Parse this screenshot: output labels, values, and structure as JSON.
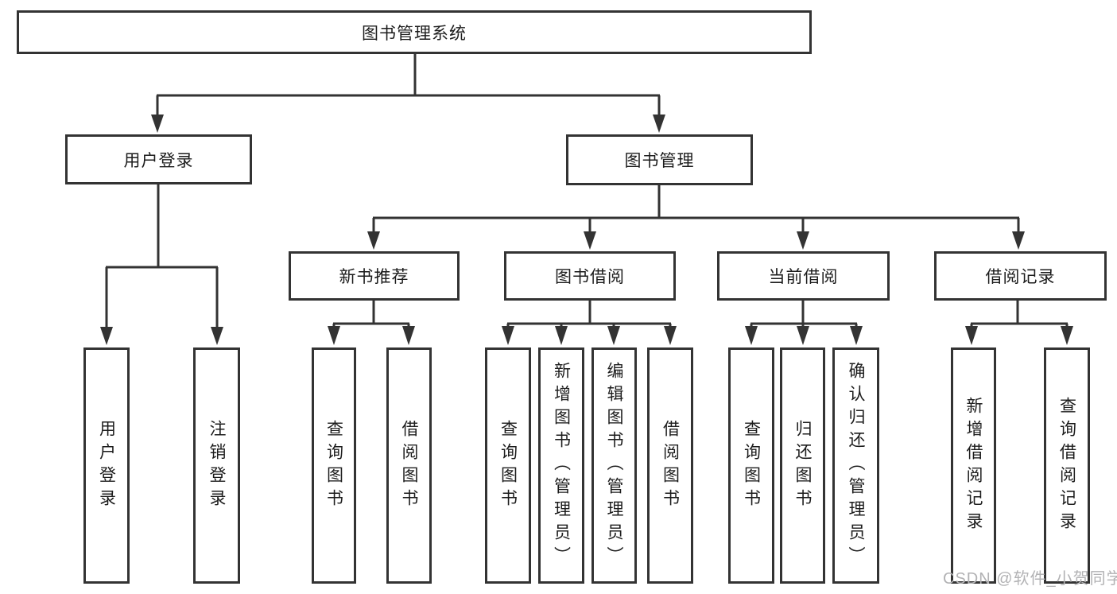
{
  "tree": {
    "label": "图书管理系统",
    "children": [
      {
        "label": "用户登录",
        "children": [
          {
            "label": "用户登录"
          },
          {
            "label": "注销登录"
          }
        ]
      },
      {
        "label": "图书管理",
        "children": [
          {
            "label": "新书推荐",
            "children": [
              {
                "label": "查询图书"
              },
              {
                "label": "借阅图书"
              }
            ]
          },
          {
            "label": "图书借阅",
            "children": [
              {
                "label": "查询图书"
              },
              {
                "label": "新增图书（管理员）"
              },
              {
                "label": "编辑图书（管理员）"
              },
              {
                "label": "借阅图书"
              }
            ]
          },
          {
            "label": "当前借阅",
            "children": [
              {
                "label": "查询图书"
              },
              {
                "label": "归还图书"
              },
              {
                "label": "确认归还（管理员）"
              }
            ]
          },
          {
            "label": "借阅记录",
            "children": [
              {
                "label": "新增借阅记录"
              },
              {
                "label": "查询借阅记录"
              }
            ]
          }
        ]
      }
    ]
  },
  "watermark": {
    "text": "CSDN @软件_小贺同学"
  },
  "colors": {
    "line": "#333333",
    "text": "#1c1c1c",
    "watermark": "#b2b2b4"
  }
}
